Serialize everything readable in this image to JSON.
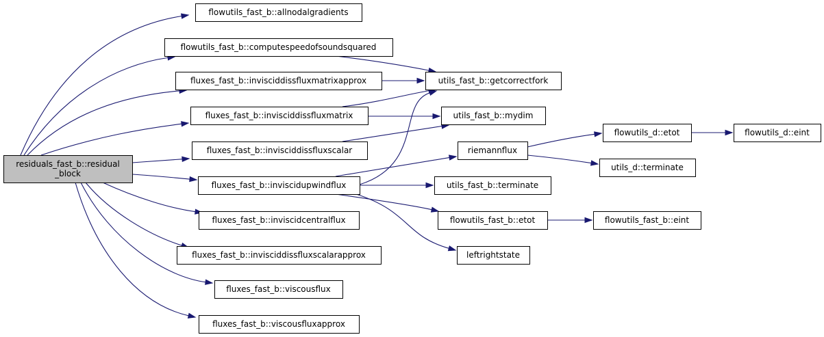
{
  "diagram": {
    "type": "call-graph",
    "colors": {
      "edge": "#191970",
      "root_fill": "#bfbfbf",
      "node_fill": "#ffffff",
      "border": "#000000"
    },
    "nodes": [
      {
        "id": "root",
        "label_lines": [
          "residuals_fast_b::residual",
          "_block"
        ],
        "root": true
      },
      {
        "id": "allnodalgradients",
        "label_lines": [
          "flowutils_fast_b::allnodalgradients"
        ]
      },
      {
        "id": "computespeedofsoundsquared",
        "label_lines": [
          "flowutils_fast_b::computespeedofsoundsquared"
        ]
      },
      {
        "id": "inviscidissfluxmatrixapprox",
        "label_lines": [
          "fluxes_fast_b::invisciddissfluxmatrixapprox"
        ]
      },
      {
        "id": "inviscidissfluxmatrix",
        "label_lines": [
          "fluxes_fast_b::invisciddissfluxmatrix"
        ]
      },
      {
        "id": "inviscidissfluxscalar",
        "label_lines": [
          "fluxes_fast_b::invisciddissfluxscalar"
        ]
      },
      {
        "id": "inviscidupwindflux",
        "label_lines": [
          "fluxes_fast_b::inviscidupwindflux"
        ]
      },
      {
        "id": "inviscidcentralflux",
        "label_lines": [
          "fluxes_fast_b::inviscidcentralflux"
        ]
      },
      {
        "id": "inviscidissfluxscalarapprox",
        "label_lines": [
          "fluxes_fast_b::invisciddissfluxscalarapprox"
        ]
      },
      {
        "id": "viscousflux",
        "label_lines": [
          "fluxes_fast_b::viscousflux"
        ]
      },
      {
        "id": "viscousfluxapprox",
        "label_lines": [
          "fluxes_fast_b::viscousfluxapprox"
        ]
      },
      {
        "id": "getcorrectfork",
        "label_lines": [
          "utils_fast_b::getcorrectfork"
        ]
      },
      {
        "id": "mydim",
        "label_lines": [
          "utils_fast_b::mydim"
        ]
      },
      {
        "id": "riemannflux",
        "label_lines": [
          "riemannflux"
        ]
      },
      {
        "id": "terminate_fast",
        "label_lines": [
          "utils_fast_b::terminate"
        ]
      },
      {
        "id": "etot_fast",
        "label_lines": [
          "flowutils_fast_b::etot"
        ]
      },
      {
        "id": "leftrightstate",
        "label_lines": [
          "leftrightstate"
        ]
      },
      {
        "id": "etot_d",
        "label_lines": [
          "flowutils_d::etot"
        ]
      },
      {
        "id": "eint_d",
        "label_lines": [
          "flowutils_d::eint"
        ]
      },
      {
        "id": "terminate_d",
        "label_lines": [
          "utils_d::terminate"
        ]
      },
      {
        "id": "eint_fast",
        "label_lines": [
          "flowutils_fast_b::eint"
        ]
      }
    ],
    "edges": [
      {
        "from": "root",
        "to": "allnodalgradients"
      },
      {
        "from": "root",
        "to": "computespeedofsoundsquared"
      },
      {
        "from": "root",
        "to": "inviscidissfluxmatrixapprox"
      },
      {
        "from": "root",
        "to": "inviscidissfluxmatrix"
      },
      {
        "from": "root",
        "to": "inviscidissfluxscalar"
      },
      {
        "from": "root",
        "to": "inviscidupwindflux"
      },
      {
        "from": "root",
        "to": "inviscidcentralflux"
      },
      {
        "from": "root",
        "to": "inviscidissfluxscalarapprox"
      },
      {
        "from": "root",
        "to": "viscousflux"
      },
      {
        "from": "root",
        "to": "viscousfluxapprox"
      },
      {
        "from": "computespeedofsoundsquared",
        "to": "getcorrectfork"
      },
      {
        "from": "inviscidissfluxmatrixapprox",
        "to": "getcorrectfork"
      },
      {
        "from": "inviscidissfluxmatrix",
        "to": "getcorrectfork"
      },
      {
        "from": "inviscidissfluxmatrix",
        "to": "mydim"
      },
      {
        "from": "inviscidissfluxscalar",
        "to": "mydim"
      },
      {
        "from": "inviscidupwindflux",
        "to": "getcorrectfork"
      },
      {
        "from": "inviscidupwindflux",
        "to": "riemannflux"
      },
      {
        "from": "inviscidupwindflux",
        "to": "terminate_fast"
      },
      {
        "from": "inviscidupwindflux",
        "to": "etot_fast"
      },
      {
        "from": "inviscidupwindflux",
        "to": "leftrightstate"
      },
      {
        "from": "riemannflux",
        "to": "etot_d"
      },
      {
        "from": "riemannflux",
        "to": "terminate_d"
      },
      {
        "from": "etot_d",
        "to": "eint_d"
      },
      {
        "from": "etot_fast",
        "to": "eint_fast"
      }
    ]
  }
}
